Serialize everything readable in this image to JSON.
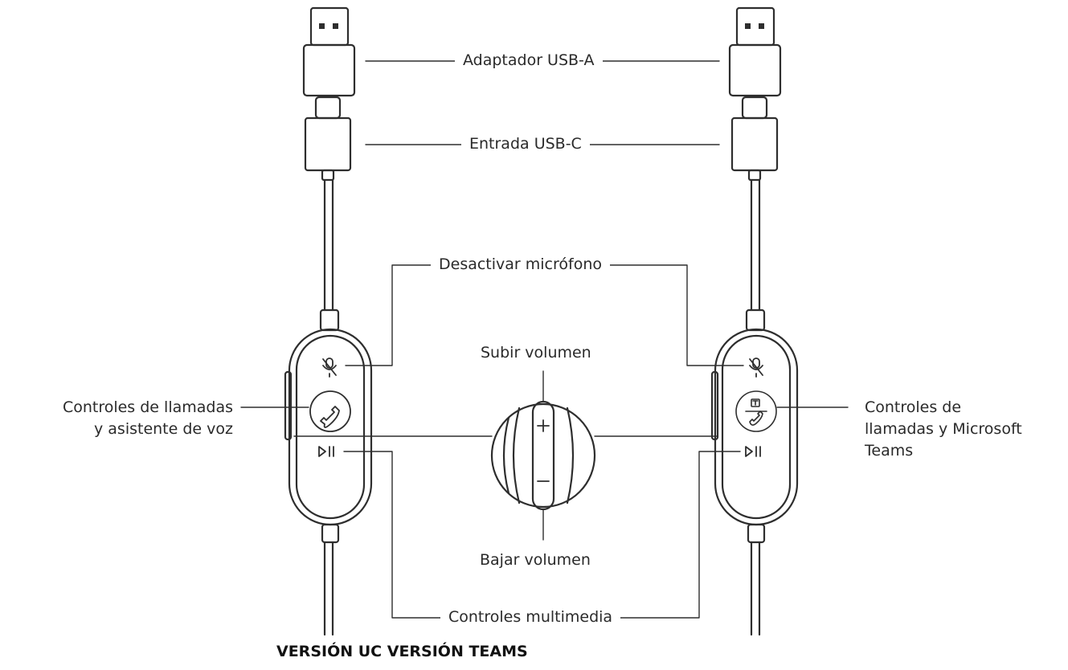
{
  "labels": {
    "usb_a": "Adaptador USB-A",
    "usb_c": "Entrada USB-C",
    "mute": "Desactivar micrófono",
    "vol_up": "Subir volumen",
    "vol_down": "Bajar volumen",
    "call_left_line1": "Controles de llamadas",
    "call_left_line2": "y asistente de voz",
    "call_right_line1": "Controles de",
    "call_right_line2": "llamadas y Microsoft",
    "call_right_line3": "Teams",
    "media": "Controles multimedia"
  },
  "footer": {
    "uc": "VERSIÓN UC",
    "teams": "VERSIÓN TEAMS"
  },
  "colors": {
    "stroke": "#2e2e2e",
    "text": "#2a2a2a"
  },
  "icons": {
    "mute": "mic-mute-icon",
    "call_uc": "phone-icon",
    "call_teams": "teams-icon",
    "media": "play-pause-icon"
  }
}
